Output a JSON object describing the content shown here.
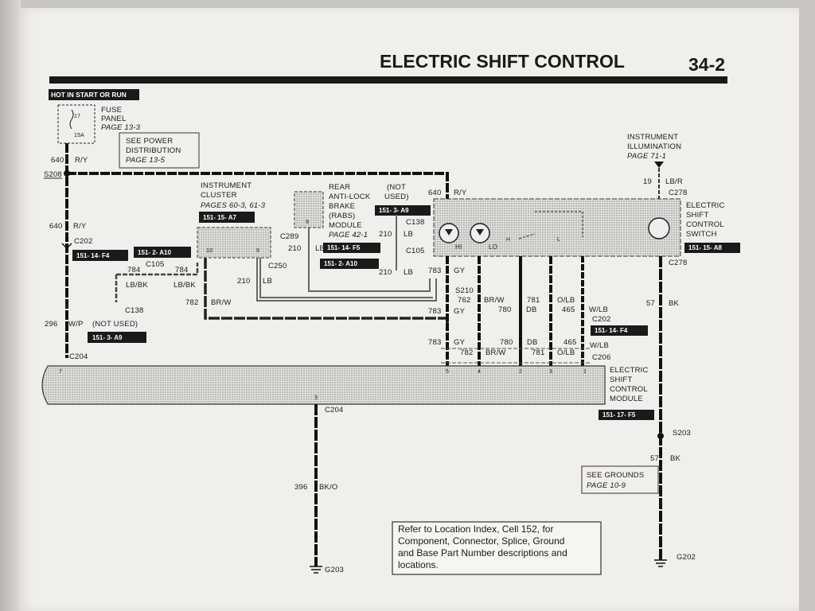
{
  "header": {
    "title": "ELECTRIC SHIFT CONTROL",
    "page_number": "34-2"
  },
  "hot_label": "HOT IN START OR RUN",
  "fuse": {
    "number": "17",
    "amps": "15A",
    "panel_line1": "FUSE",
    "panel_line2": "PANEL",
    "panel_page": "PAGE 13-3"
  },
  "see_power": {
    "line1": "SEE POWER",
    "line2": "DISTRIBUTION",
    "page": "PAGE 13-5"
  },
  "instrument_illumination": {
    "line1": "INSTRUMENT",
    "line2": "ILLUMINATION",
    "page": "PAGE 71-1"
  },
  "instrument_cluster": {
    "line1": "INSTRUMENT",
    "line2": "CLUSTER",
    "pages": "PAGES 60-3, 61-3",
    "cell": "151- 15- A7",
    "pin_left": "10",
    "pin_right": "9"
  },
  "rabs": {
    "line1": "REAR",
    "line2": "ANTI-LOCK",
    "line3": "BRAKE",
    "line4": "(RABS)",
    "line5": "MODULE",
    "page": "PAGE 42-1",
    "not_used_1": "(NOT",
    "not_used_2": "USED)",
    "pin": "9"
  },
  "switch": {
    "line1": "ELECTRIC",
    "line2": "SHIFT",
    "line3": "CONTROL",
    "line4": "SWITCH",
    "cell": "151- 15- A8",
    "hi": "HI",
    "lo": "LO",
    "h": "H",
    "l": "L"
  },
  "module": {
    "line1": "ELECTRIC",
    "line2": "SHIFT",
    "line3": "CONTROL",
    "line4": "MODULE",
    "cell": "151- 17- F5",
    "pin7": "7",
    "pin3": "3",
    "pin5": "5",
    "pin4": "4",
    "pin2": "2",
    "pin_3b": "3",
    "pin1": "1"
  },
  "see_grounds": {
    "line1": "SEE GROUNDS",
    "page": "PAGE 10-9"
  },
  "note": {
    "line1": "Refer to Location Index, Cell 152, for",
    "line2": "Component, Connector, Splice, Ground",
    "line3": "and Base Part Number descriptions and",
    "line4": "locations."
  },
  "cells": {
    "c202_left": "151- 14- F4",
    "c105_a10": "151- 2- A10",
    "c138_a9": "151- 3- A9",
    "rabs_a9": "151- 3- A9",
    "f5_rabs": "151- 14- F5",
    "a10_c105": "151- 2- A10",
    "c202_right": "151- 14- F4"
  },
  "connectors": {
    "s208": "S208",
    "c202": "C202",
    "c105": "C105",
    "c138": "C138",
    "c204": "C204",
    "c289": "C289",
    "c250": "C250",
    "c138r": "C138",
    "c105r": "C105",
    "s210": "S210",
    "c278a": "C278",
    "c278b": "C278",
    "c202r": "C202",
    "c206": "C206",
    "c204b": "C204",
    "s203": "S203",
    "g203": "G203",
    "g202": "G202"
  },
  "wires": {
    "w640a": "640",
    "w640a_c": "R/Y",
    "w640b": "640",
    "w640b_c": "R/Y",
    "w640c": "640",
    "w640c_c": "R/Y",
    "w296": "296",
    "w296_c": "W/P",
    "w296_nu": "(NOT USED)",
    "w784a": "784",
    "w784b": "784",
    "w784_ca": "LB/BK",
    "w784_cb": "LB/BK",
    "w782": "782",
    "w782_c": "BR/W",
    "w210a": "210",
    "w210a_c": "LB",
    "w210b": "210",
    "w210c": "210",
    "w210c_c": "LB",
    "w210d": "210",
    "w210d_c": "LB",
    "w210e": "210",
    "w210e_c": "LB",
    "w783a": "783",
    "w783a_c": "GY",
    "w762": "762",
    "w762_c": "BR/W",
    "w781a": "781",
    "w781a_c": "O/LB",
    "w780a": "780",
    "w780a_c": "DB",
    "w465a": "465",
    "w465a_c": "W/LB",
    "w783b": "783",
    "w783b_c": "GY",
    "w783c": "783",
    "w783c_c": "GY",
    "w780b": "780",
    "w780b_c": "DB",
    "w465b": "465",
    "w465b_c": "W/LB",
    "w782b": "782",
    "w782b_c": "BR/W",
    "w781b": "781",
    "w781b_c": "O/LB",
    "w19": "19",
    "w19_c": "LB/R",
    "w57a": "57",
    "w57a_c": "BK",
    "w57b": "57",
    "w57b_c": "BK",
    "w396": "396",
    "w396_c": "BK/O"
  }
}
